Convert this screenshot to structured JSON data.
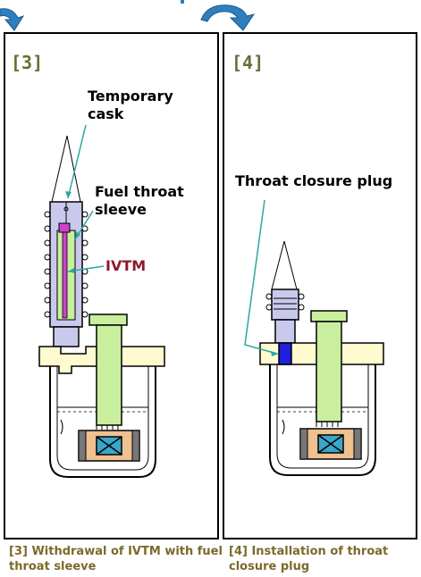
{
  "panel3": {
    "tag": "[3]",
    "label_cask_1": "Temporary",
    "label_cask_2": "cask",
    "label_sleeve_1": "Fuel throat",
    "label_sleeve_2": "sleeve",
    "label_ivtm": "IVTM",
    "caption_1": "[3] Withdrawal of IVTM with fuel",
    "caption_2": "throat sleeve"
  },
  "panel4": {
    "tag": "[4]",
    "label_plug": "Throat closure plug",
    "caption_1": "[4] Installation of throat",
    "caption_2": "closure plug"
  },
  "colors": {
    "cask": "#c9c9ee",
    "sleeve": "#c9ee9e",
    "plug": "#1f1fdd",
    "ivtm": "#cc44cc",
    "deck": "#fffad0",
    "core": "#f0c090",
    "arrow": "#3aa6c9",
    "pointer": "#2aa8a0"
  }
}
